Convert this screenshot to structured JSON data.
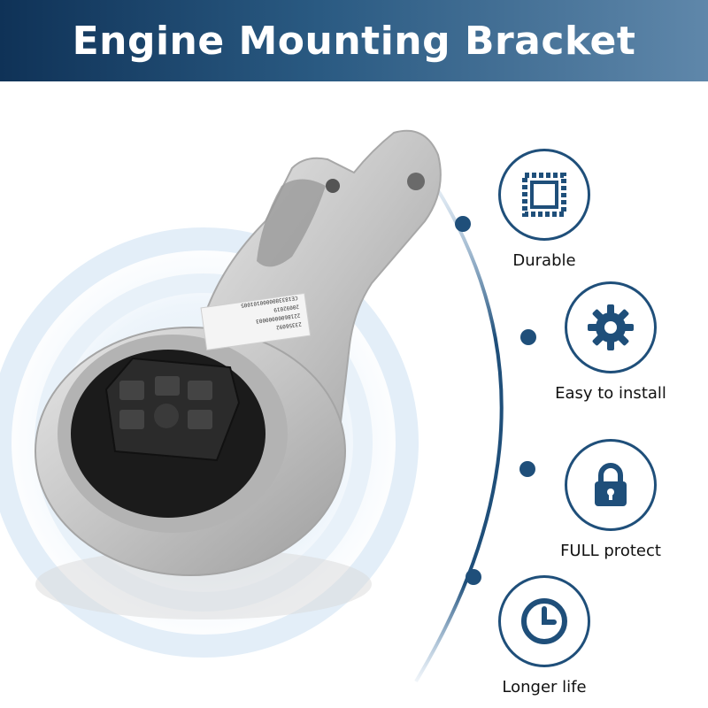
{
  "banner": {
    "title": "Engine Mounting Bracket",
    "bg_dark": "#0f3257",
    "bg_light": "#5f87aa"
  },
  "product": {
    "label_lines": [
      "23356092",
      "22186000000003",
      "20092019",
      "CE1833800000101005"
    ],
    "metal_color": "#c9c9c9",
    "rubber_color": "#1b1b1b"
  },
  "accent_color": "#1f4f7a",
  "features": [
    {
      "label": "Durable",
      "icon": "stamp-frame-icon"
    },
    {
      "label": "Easy to install",
      "icon": "gear-icon"
    },
    {
      "label": "FULL protect",
      "icon": "lock-icon"
    },
    {
      "label": "Longer life",
      "icon": "clock-icon"
    }
  ]
}
